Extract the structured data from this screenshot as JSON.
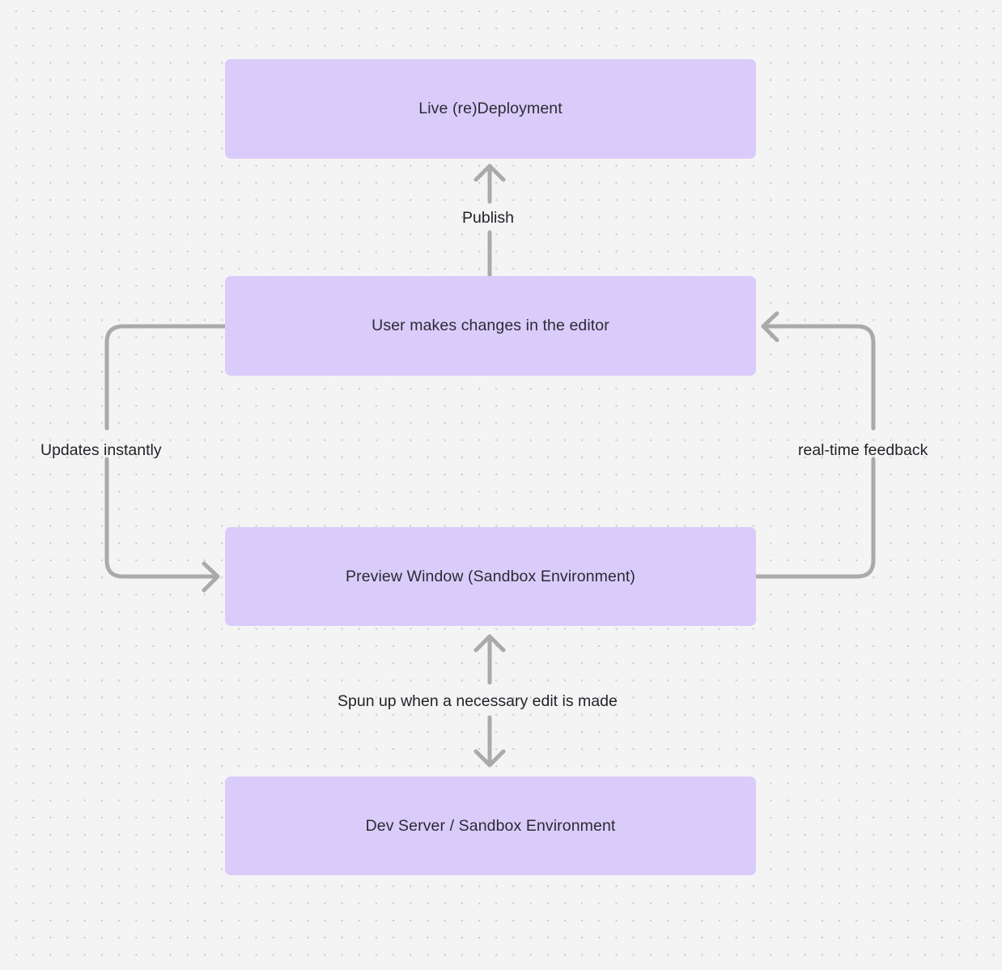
{
  "diagram": {
    "title": "Live redeployment and preview sandbox flow",
    "background": {
      "color": "#f4f4f4",
      "dot_color": "#c9c9c9",
      "pattern": "dot-grid"
    },
    "node_style": {
      "fill": "#d9ccfa",
      "text_color": "#2b2b33"
    },
    "edge_style": {
      "stroke": "#aaaaaa",
      "label_color": "#232329"
    },
    "nodes": [
      {
        "id": "live",
        "label": "Live (re)Deployment"
      },
      {
        "id": "user",
        "label": "User makes changes in the editor"
      },
      {
        "id": "preview",
        "label": "Preview Window (Sandbox Environment)"
      },
      {
        "id": "dev",
        "label": "Dev Server / Sandbox Environment"
      }
    ],
    "edges": [
      {
        "id": "user-to-live",
        "from": "user",
        "to": "live",
        "label": "Publish",
        "direction": "up"
      },
      {
        "id": "user-to-preview",
        "from": "user",
        "to": "preview",
        "label": "Updates instantly",
        "direction": "left-loop-down"
      },
      {
        "id": "preview-to-user",
        "from": "preview",
        "to": "user",
        "label": "real-time feedback",
        "direction": "right-loop-up"
      },
      {
        "id": "preview-dev",
        "from": "preview",
        "to": "dev",
        "label": "Spun up when a necessary edit is made",
        "direction": "bidirectional"
      }
    ]
  }
}
